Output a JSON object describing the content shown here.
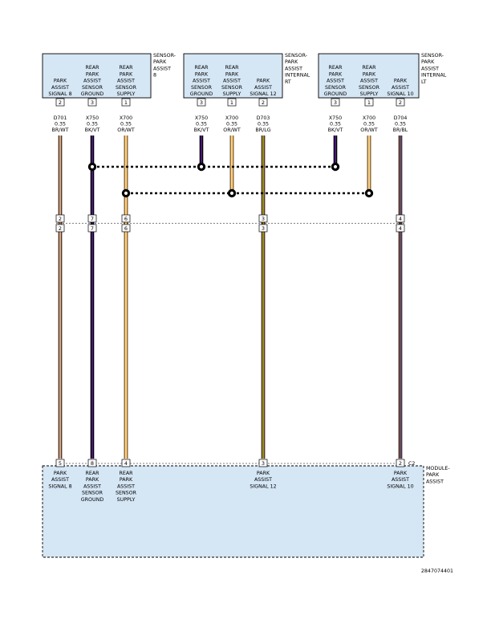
{
  "components": [
    {
      "id": "sensor8",
      "name": [
        "SENSOR-",
        "PARK",
        "ASSIST",
        "8"
      ],
      "pins": [
        {
          "pin": "2",
          "label": [
            "PARK",
            "ASSIST",
            "SIGNAL 8"
          ],
          "circuit": "D701",
          "gauge": "0.35",
          "color": "BR/WT"
        },
        {
          "pin": "3",
          "label": [
            "REAR",
            "PARK",
            "ASSIST",
            "SENSOR",
            "GROUND"
          ],
          "circuit": "X750",
          "gauge": "0.35",
          "color": "BK/VT"
        },
        {
          "pin": "1",
          "label": [
            "REAR",
            "PARK",
            "ASSIST",
            "SENSOR",
            "SUPPLY"
          ],
          "circuit": "X700",
          "gauge": "0.35",
          "color": "OR/WT"
        }
      ]
    },
    {
      "id": "sensor-int-rt",
      "name": [
        "SENSOR-",
        "PARK",
        "ASSIST",
        "INTERNAL",
        "RT"
      ],
      "pins": [
        {
          "pin": "3",
          "label": [
            "REAR",
            "PARK",
            "ASSIST",
            "SENSOR",
            "GROUND"
          ],
          "circuit": "X750",
          "gauge": "0.35",
          "color": "BK/VT"
        },
        {
          "pin": "1",
          "label": [
            "REAR",
            "PARK",
            "ASSIST",
            "SENSOR",
            "SUPPLY"
          ],
          "circuit": "X700",
          "gauge": "0.35",
          "color": "OR/WT"
        },
        {
          "pin": "2",
          "label": [
            "PARK",
            "ASSIST",
            "SIGNAL 12"
          ],
          "circuit": "D703",
          "gauge": "0.35",
          "color": "BR/LG"
        }
      ]
    },
    {
      "id": "sensor-int-lt",
      "name": [
        "SENSOR-",
        "PARK",
        "ASSIST",
        "INTERNAL",
        "LT"
      ],
      "pins": [
        {
          "pin": "3",
          "label": [
            "REAR",
            "PARK",
            "ASSIST",
            "SENSOR",
            "GROUND"
          ],
          "circuit": "X750",
          "gauge": "0.35",
          "color": "BK/VT"
        },
        {
          "pin": "1",
          "label": [
            "REAR",
            "PARK",
            "ASSIST",
            "SENSOR",
            "SUPPLY"
          ],
          "circuit": "X700",
          "gauge": "0.35",
          "color": "OR/WT"
        },
        {
          "pin": "2",
          "label": [
            "PARK",
            "ASSIST",
            "SIGNAL 10"
          ],
          "circuit": "D704",
          "gauge": "0.35",
          "color": "BR/BL"
        }
      ]
    }
  ],
  "inline_connector": {
    "upper_pins": [
      "2",
      "7",
      "6",
      "3",
      "4"
    ],
    "lower_pins": [
      "2",
      "7",
      "6",
      "3",
      "4"
    ]
  },
  "module": {
    "name": [
      "MODULE-",
      "PARK",
      "ASSIST"
    ],
    "connector": "C2",
    "pins": [
      {
        "pin": "5",
        "label": [
          "PARK",
          "ASSIST",
          "SIGNAL 8"
        ]
      },
      {
        "pin": "8",
        "label": [
          "REAR",
          "PARK",
          "ASSIST",
          "SENSOR",
          "GROUND"
        ]
      },
      {
        "pin": "4",
        "label": [
          "REAR",
          "PARK",
          "ASSIST",
          "SENSOR",
          "SUPPLY"
        ]
      },
      {
        "pin": "3",
        "label": [
          "PARK",
          "ASSIST",
          "SIGNAL 12"
        ]
      },
      {
        "pin": "2",
        "label": [
          "PARK",
          "ASSIST",
          "SIGNAL 10"
        ]
      }
    ]
  },
  "splices": [
    "ground-splice",
    "supply-splice"
  ],
  "doc_number": "2847074401",
  "colors": {
    "component_fill": "#d5e6f5",
    "BR": "#8b4a1c",
    "WT": "#ffffff",
    "BK": "#000000",
    "VT": "#8a2be2",
    "OR": "#f0a020",
    "LG": "#9acd32",
    "BL": "#2b4fd6"
  }
}
